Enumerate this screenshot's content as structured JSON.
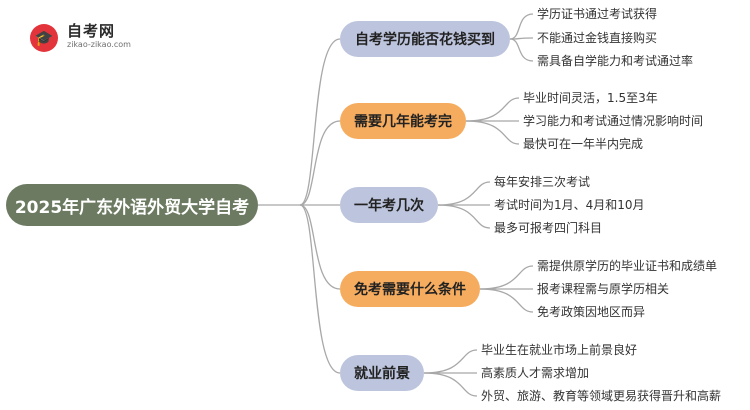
{
  "logo": {
    "icon_glyph": "🎓",
    "title": "自考网",
    "subtitle": "zikao-zikao.com"
  },
  "root": {
    "label": "2025年广东外语外贸大学自考"
  },
  "branches": [
    {
      "label": "自考学历能否花钱买到",
      "color": "#bdc4dd",
      "leaves": [
        "学历证书通过考试获得",
        "不能通过金钱直接购买",
        "需具备自学能力和考试通过率"
      ]
    },
    {
      "label": "需要几年能考完",
      "color": "#f6ac5f",
      "leaves": [
        "毕业时间灵活，1.5至3年",
        "学习能力和考试通过情况影响时间",
        "最快可在一年半内完成"
      ]
    },
    {
      "label": "一年考几次",
      "color": "#bdc4dd",
      "leaves": [
        "每年安排三次考试",
        "考试时间为1月、4月和10月",
        "最多可报考四门科目"
      ]
    },
    {
      "label": "免考需要什么条件",
      "color": "#f6ac5f",
      "leaves": [
        "需提供原学历的毕业证书和成绩单",
        "报考课程需与原学历相关",
        "免考政策因地区而异"
      ]
    },
    {
      "label": "就业前景",
      "color": "#bdc4dd",
      "leaves": [
        "毕业生在就业市场上前景良好",
        "高素质人才需求增加",
        "外贸、旅游、教育等领域更易获得晋升和高薪"
      ]
    }
  ],
  "connector_color": "#a8a8a8",
  "root_color": "#6b7a60"
}
